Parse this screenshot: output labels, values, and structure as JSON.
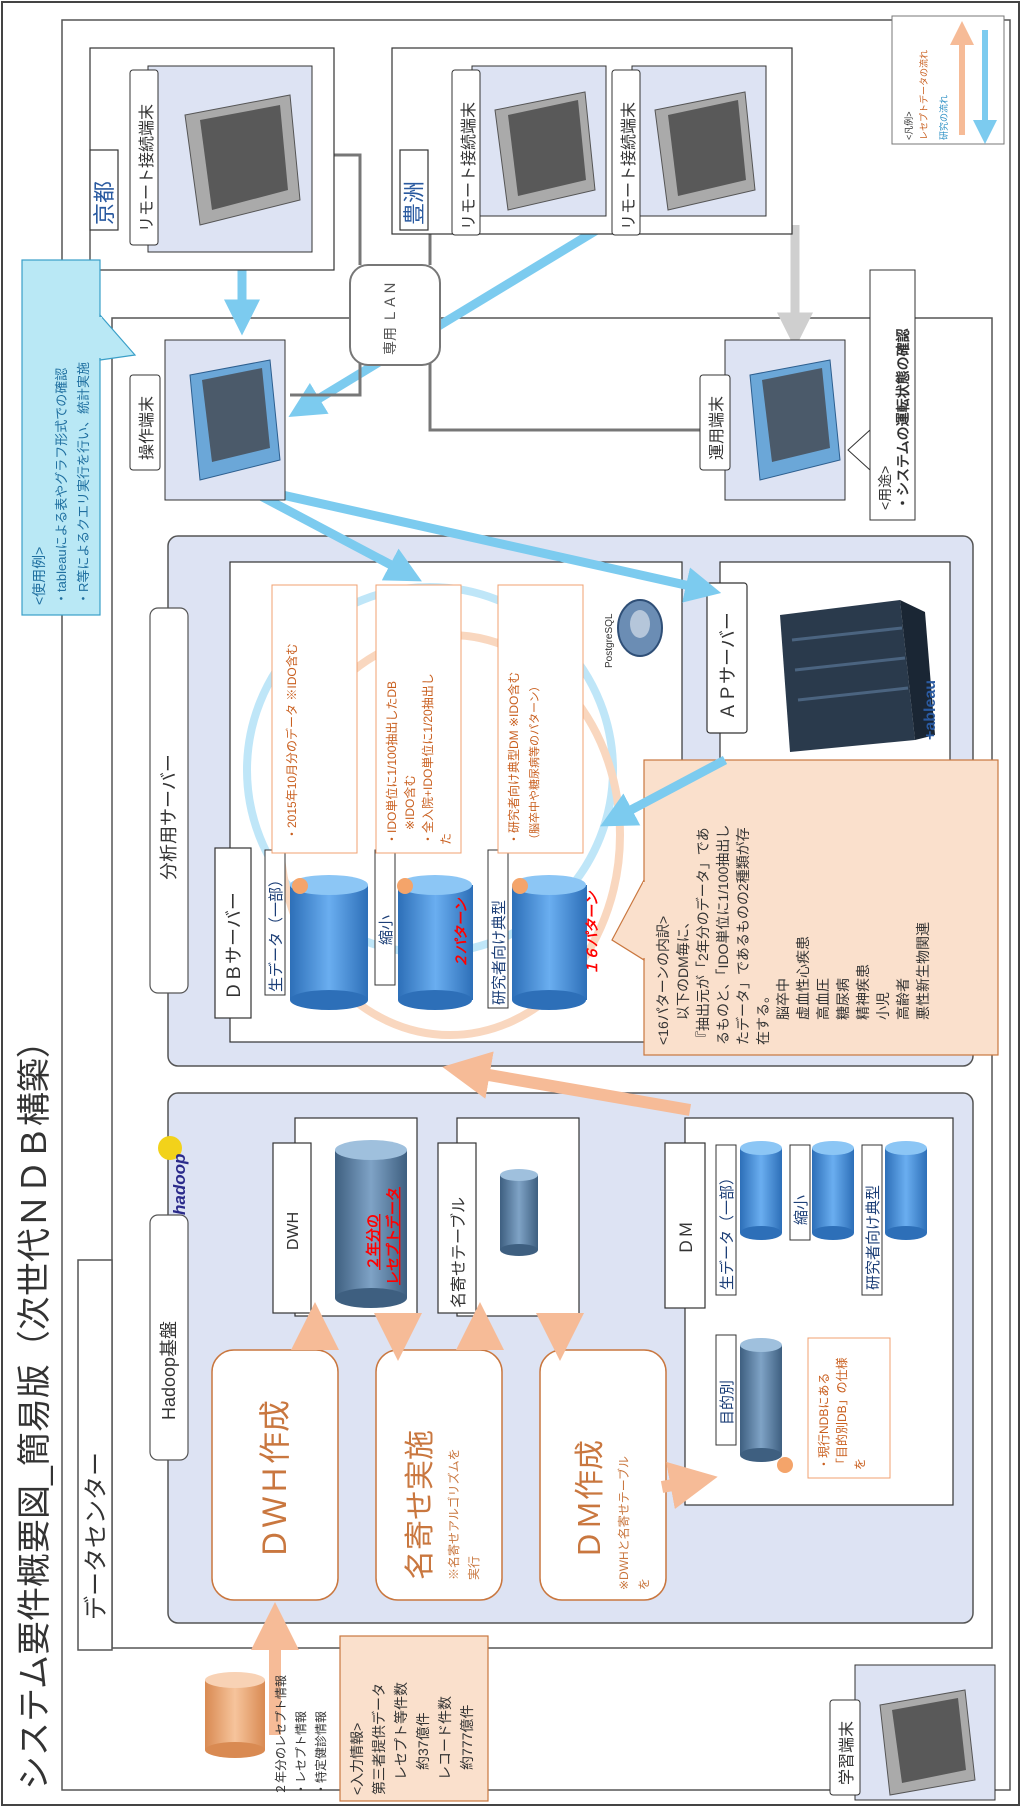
{
  "title": "システム要件概要図_簡易版（次世代ＮＤＢ構築）",
  "legend": {
    "heading": "<凡例>",
    "receipt_flow": "レセプトデータの流れ",
    "research_flow": "研究の流れ"
  },
  "sites": {
    "kyoto": "京都",
    "toyosu": "豊洲"
  },
  "terminals": {
    "remote_kyoto": "リモート接続端末",
    "remote_toyosu": "リモート接続端末",
    "remote_toyosu_ops": "リモート接続端末",
    "operation": "操作端末",
    "ops": "運用端末",
    "learning": "学習端末"
  },
  "lan": "専用\nＬＡＮ",
  "usage_example": {
    "heading": "<使用例>",
    "line1": "・tableauによる表やグラフ形式での確認",
    "line2": "・R等によるクエリ実行を行い、統計実施"
  },
  "ops_usage": {
    "heading": "<用途>",
    "line1": "・システムの運転状態の確認"
  },
  "analysis_server": {
    "label": "分析用サーバー",
    "db_server": "ＤＢサーバー",
    "ap_server": "ＡＰサーバー",
    "postgres": "PostgreSQL",
    "tableau": "+ableau",
    "db_general": "生データ（一部）",
    "db_reduced": "縮小",
    "db_research": "研究者向け典型",
    "note_general": "・2015年10月分のデータ ※IDO含む",
    "note_reduced1": "・IDO単位に1/100抽出したDB",
    "note_reduced2": "※IDO含む",
    "note_reduced3": "・全入院+IDO単位に1/20抽出し",
    "note_reduced4": "た",
    "note_research1": "・研究者向け典型DM ※IDO含む",
    "note_research2": "（脳卒中や糖尿病等のパターン）",
    "pattern2": "２パターン",
    "pattern16": "１６パターン"
  },
  "pattern_box": {
    "heading": "<16パターンの内訳>",
    "lines": [
      "以下のDM毎に、",
      "『抽出元が「2年分のデータ」であ",
      "るものと、「IDO単位に1/100抽出し",
      "たデータ」であるものの2種類が存",
      "在する。"
    ],
    "diseases": [
      "脳卒中",
      "虚血性心疾患",
      "高血圧",
      "糖尿病",
      "精神疾患",
      "小児",
      "高齢者",
      "悪性新生物関連"
    ]
  },
  "datacenter": {
    "label": "データセンター",
    "hadoop_label": "Hadoop基盤",
    "hadoop_logo": "hadoop",
    "dwh": "DWH",
    "dwh_data1": "２年分の",
    "dwh_data2": "レセプトデータ",
    "nayose_table": "名寄せテーブル",
    "dm": "ＤＭ",
    "dm_purpose": "目的別",
    "dm_general": "生データ（一部）",
    "dm_reduced": "縮小",
    "dm_research": "研究者向け典型",
    "dm_note1": "・現行NDBにある",
    "dm_note2": "「目的別DB」の仕様",
    "dm_note3": "を"
  },
  "processes": {
    "dwh_make": "ＤＷＨ作成",
    "nayose": "名寄せ実施",
    "nayose_sub1": "※名寄せアルゴリズムを",
    "nayose_sub2": "実行",
    "dm_make": "ＤＭ作成",
    "dm_sub1": "※DWHと名寄せテーブル",
    "dm_sub2": "を"
  },
  "input_info": {
    "heading": "<入力情報>",
    "lines": [
      "第三者提供データ",
      "レセプト等件数",
      "約37億件",
      "レコード件数",
      "約777億件"
    ],
    "side1": "２年分のレセプト情報",
    "side2": "・レセプト情報",
    "side3": "・特定健診情報"
  },
  "colors": {
    "receipt_arrow": "#f6bb97",
    "research_arrow": "#7ccbef",
    "panel_fill": "#dde3f3",
    "process_border": "#c9773f",
    "callout_fill": "#b9e8f5",
    "pattern_fill": "#fae0cc",
    "red_text": "#ff0000"
  }
}
